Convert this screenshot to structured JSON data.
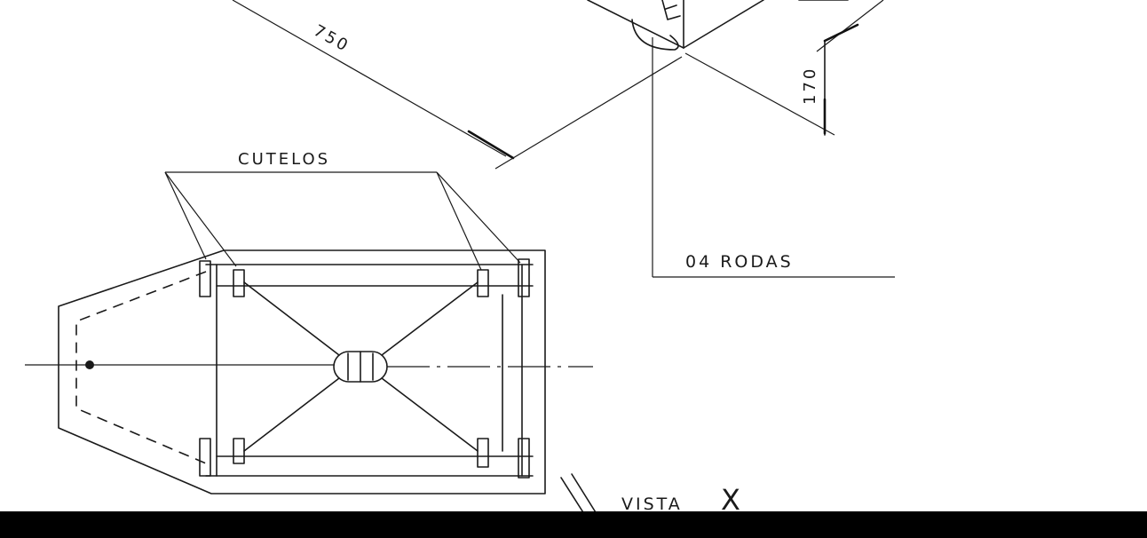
{
  "labels": {
    "dim_750": "750",
    "dim_170": "170",
    "cutelos": "CUTELOS",
    "rodas": "04 RODAS",
    "vista": "VISTA",
    "vista_letter": "X"
  }
}
